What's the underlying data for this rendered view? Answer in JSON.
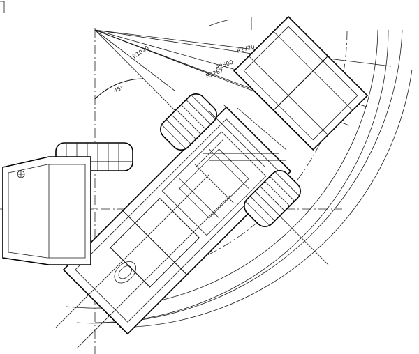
{
  "drawing": {
    "dimensions": {
      "r1": "R1020",
      "r2": "R2262",
      "r3": "R2500",
      "r4": "R2720",
      "angle": "45°"
    }
  }
}
